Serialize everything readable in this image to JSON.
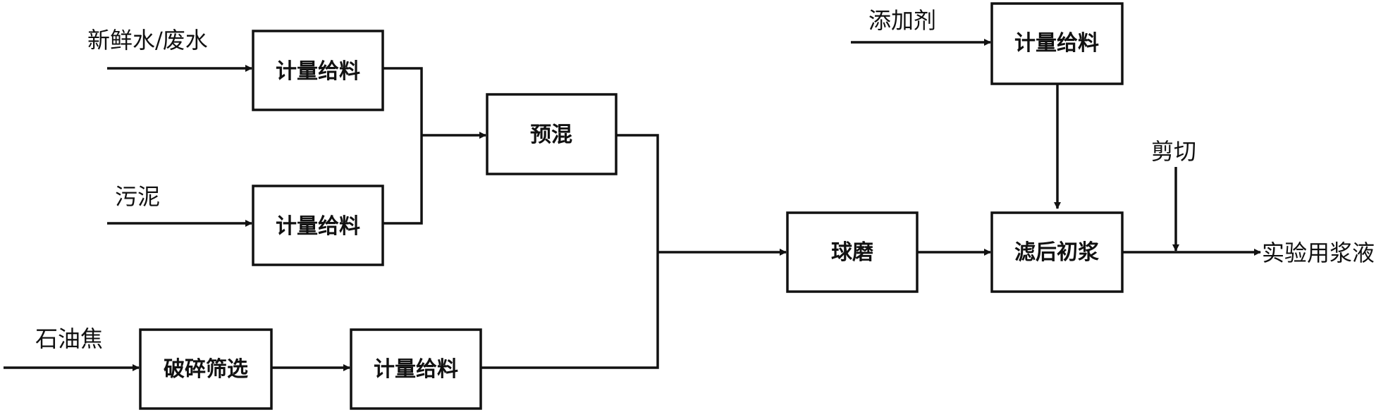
{
  "inputs": {
    "water": "新鲜水/废水",
    "sludge": "污泥",
    "coke": "石油焦",
    "additive": "添加剂",
    "shear": "剪切",
    "output": "实验用浆液"
  },
  "boxes": {
    "meter_water": "计量给料",
    "meter_sludge": "计量给料",
    "premix": "预混",
    "crush_screen": "破碎筛选",
    "meter_coke": "计量给料",
    "ball_mill": "球磨",
    "meter_additive": "计量给料",
    "filtered_slurry": "滤后初浆"
  },
  "colors": {
    "line": "#111111",
    "box_fill": "#ffffff"
  }
}
